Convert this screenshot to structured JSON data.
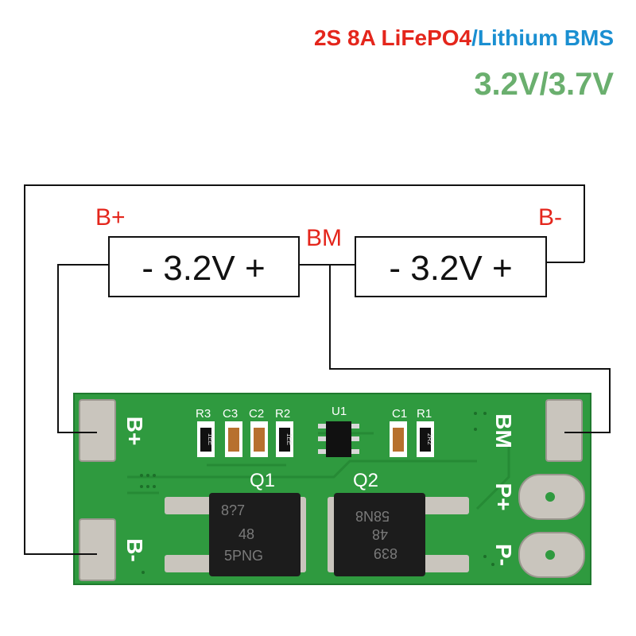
{
  "header": {
    "title_part1": "2S 8A LiFePO4",
    "separator": "/",
    "title_part2": "Lithium BMS",
    "voltage": "3.2V/3.7V"
  },
  "colors": {
    "red": "#e4261c",
    "blue": "#1a8fd1",
    "green": "#6aaf6e",
    "pcb": "#2f9a3f",
    "pcb_dark": "#1f7a2e",
    "pad": "#c9c5bd",
    "wire": "#111111"
  },
  "diagram": {
    "label_b_plus": "B+",
    "label_b_minus": "B-",
    "label_bm": "BM",
    "cell1_label": "- 3.2V +",
    "cell2_label": "- 3.2V +"
  },
  "pcb": {
    "silk_b_plus": "B+",
    "silk_b_minus": "B-",
    "silk_bm": "BM",
    "silk_p_plus": "P+",
    "silk_p_minus": "P-",
    "components": [
      "R3",
      "C3",
      "C2",
      "R2",
      "U1",
      "C1",
      "R1"
    ],
    "q1": "Q1",
    "q2": "Q2",
    "resistor_marks": [
      "1EE",
      "1EE",
      "2R2"
    ],
    "mosfet1_marks": [
      "8?7",
      "48",
      "5PNG"
    ],
    "mosfet2_marks": [
      "58N8",
      "48",
      "839"
    ]
  }
}
